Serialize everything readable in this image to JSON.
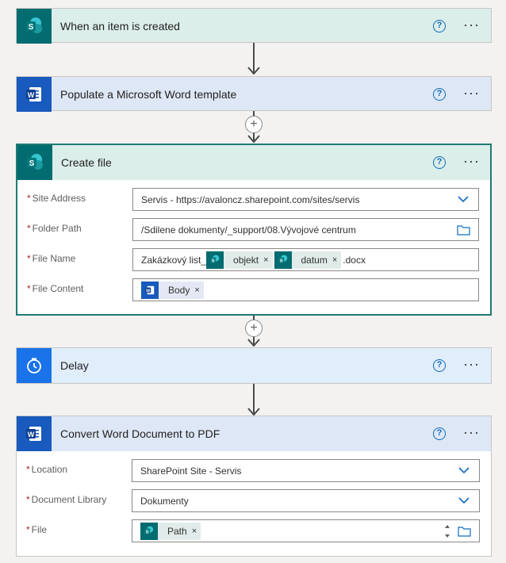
{
  "steps": {
    "trigger": {
      "title": "When an item is created",
      "help": "?",
      "more": "···"
    },
    "populate": {
      "title": "Populate a Microsoft Word template",
      "help": "?",
      "more": "···"
    },
    "create": {
      "title": "Create file",
      "help": "?",
      "more": "···",
      "fields": {
        "site_label": "Site Address",
        "site_value": "Servis - https://avaloncz.sharepoint.com/sites/servis",
        "folder_label": "Folder Path",
        "folder_value": "/Sdilene dokumenty/_support/08.Vývojové centrum",
        "filename_label": "File Name",
        "filename_prefix": "Zakázkový list_",
        "token1": "objekt",
        "token2": "datum",
        "filename_suffix": ".docx",
        "content_label": "File Content",
        "content_token": "Body"
      }
    },
    "delay": {
      "title": "Delay",
      "help": "?",
      "more": "···"
    },
    "convert": {
      "title": "Convert Word Document to PDF",
      "help": "?",
      "more": "···",
      "fields": {
        "location_label": "Location",
        "location_value": "SharePoint Site - Servis",
        "library_label": "Document Library",
        "library_value": "Dokumenty",
        "file_label": "File",
        "file_token": "Path"
      }
    }
  },
  "required_mark": "*",
  "token_remove": "×",
  "add_step": "+",
  "colors": {
    "sharepoint": "#036c70",
    "word": "#185abd",
    "delay": "#1a73e8",
    "trigger_header": "#dbeeea",
    "word_header": "#dee7f5",
    "delay_header": "#e0edfb"
  }
}
